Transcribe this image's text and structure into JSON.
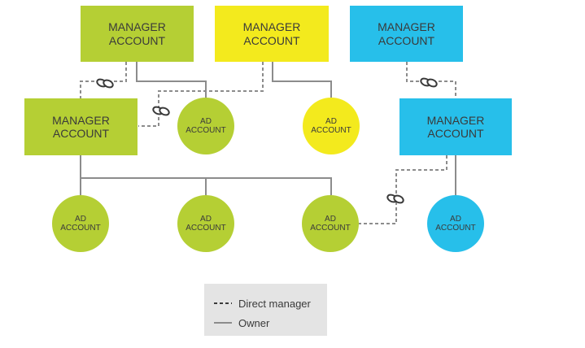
{
  "colors": {
    "manager_green": "#b5cf34",
    "manager_yellow": "#f3ea1d",
    "manager_blue": "#27bfea",
    "line": "#8c8c8c",
    "text": "#3a3a3a",
    "legend_bg": "#e4e4e4"
  },
  "nodes": {
    "manager_top_green": {
      "line1": "MANAGER",
      "line2": "ACCOUNT"
    },
    "manager_top_yellow": {
      "line1": "MANAGER",
      "line2": "ACCOUNT"
    },
    "manager_top_blue": {
      "line1": "MANAGER",
      "line2": "ACCOUNT"
    },
    "manager_mid_green": {
      "line1": "MANAGER",
      "line2": "ACCOUNT"
    },
    "manager_mid_blue": {
      "line1": "MANAGER",
      "line2": "ACCOUNT"
    },
    "ad_mid_green": {
      "line1": "AD",
      "line2": "ACCOUNT"
    },
    "ad_mid_yellow": {
      "line1": "AD",
      "line2": "ACCOUNT"
    },
    "ad_bottom_1": {
      "line1": "AD",
      "line2": "ACCOUNT"
    },
    "ad_bottom_2": {
      "line1": "AD",
      "line2": "ACCOUNT"
    },
    "ad_bottom_3": {
      "line1": "AD",
      "line2": "ACCOUNT"
    },
    "ad_bottom_blue": {
      "line1": "AD",
      "line2": "ACCOUNT"
    }
  },
  "link_icon": "chain-link-icon",
  "legend": {
    "direct_manager": "Direct manager",
    "owner": "Owner"
  }
}
